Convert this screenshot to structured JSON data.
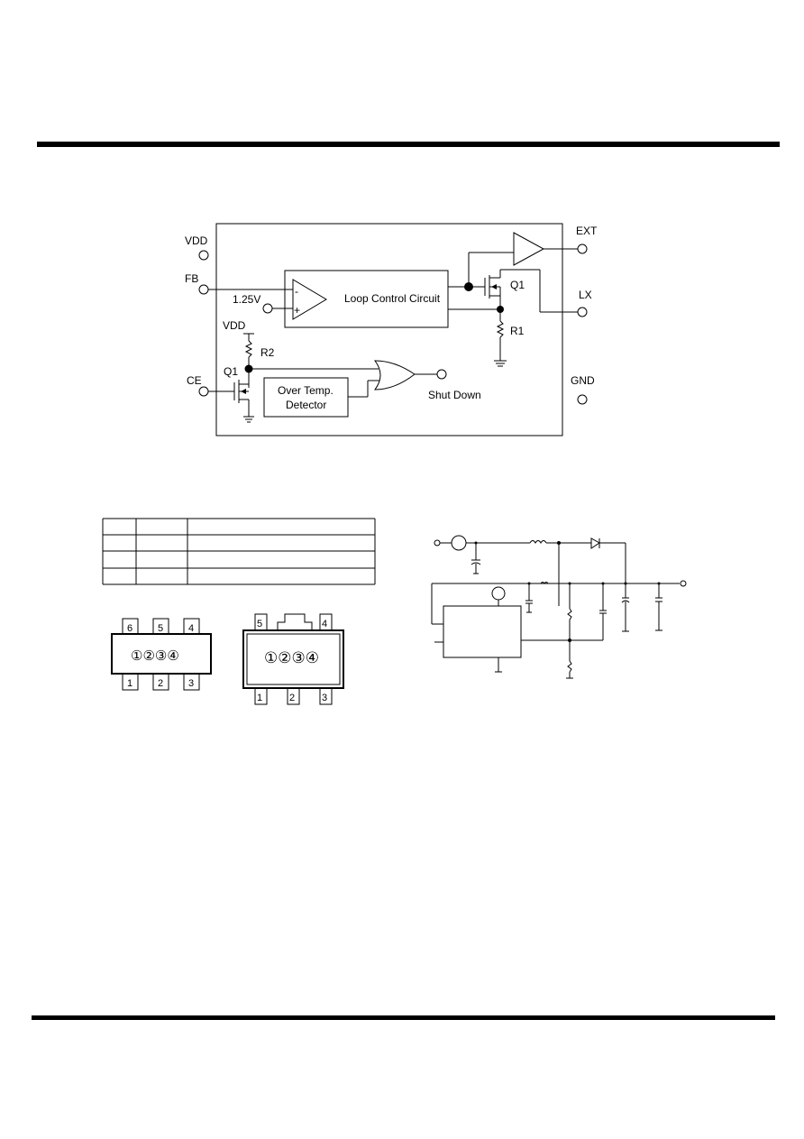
{
  "block_diagram": {
    "pins": {
      "vdd": "VDD",
      "fb": "FB",
      "ce": "CE",
      "ext": "EXT",
      "lx": "LX",
      "gnd": "GND"
    },
    "ref_voltage": "1.25V",
    "opamp_minus": "-",
    "opamp_plus": "+",
    "loop_control": "Loop Control Circuit",
    "q1_right": "Q1",
    "r1": "R1",
    "vdd_internal": "VDD",
    "r2": "R2",
    "q1_left": "Q1",
    "over_temp_line1": "Over Temp.",
    "over_temp_line2": "Detector",
    "shut_down": "Shut Down"
  },
  "packages": {
    "sot23_6": {
      "top_pins": [
        "6",
        "5",
        "4"
      ],
      "bottom_pins": [
        "1",
        "2",
        "3"
      ],
      "marks": "①②③④"
    },
    "sot89_5": {
      "top_pins": [
        "5",
        "4"
      ],
      "bottom_pins": [
        "1",
        "2",
        "3"
      ],
      "marks": "①②③④"
    }
  }
}
